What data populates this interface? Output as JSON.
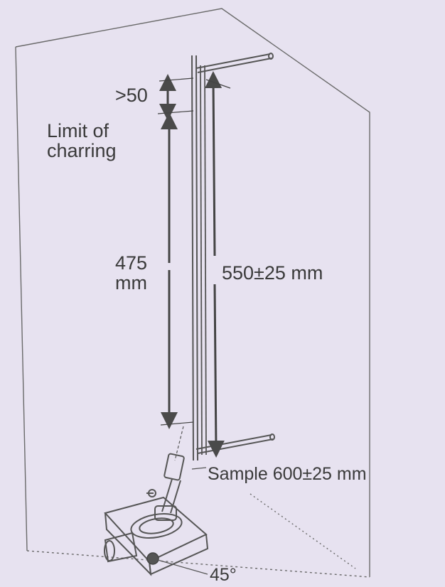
{
  "labels": {
    "gt50": ">50",
    "limit_of_charring": [
      "Limit of",
      "charring"
    ],
    "length_475": [
      "475",
      "mm"
    ],
    "length_550": "550±25 mm",
    "sample": "Sample 600±25 mm",
    "angle": "45°"
  },
  "colors": {
    "background": "#e7e2f0",
    "line": "#4a4a4a",
    "text": "#3a3a3a"
  }
}
